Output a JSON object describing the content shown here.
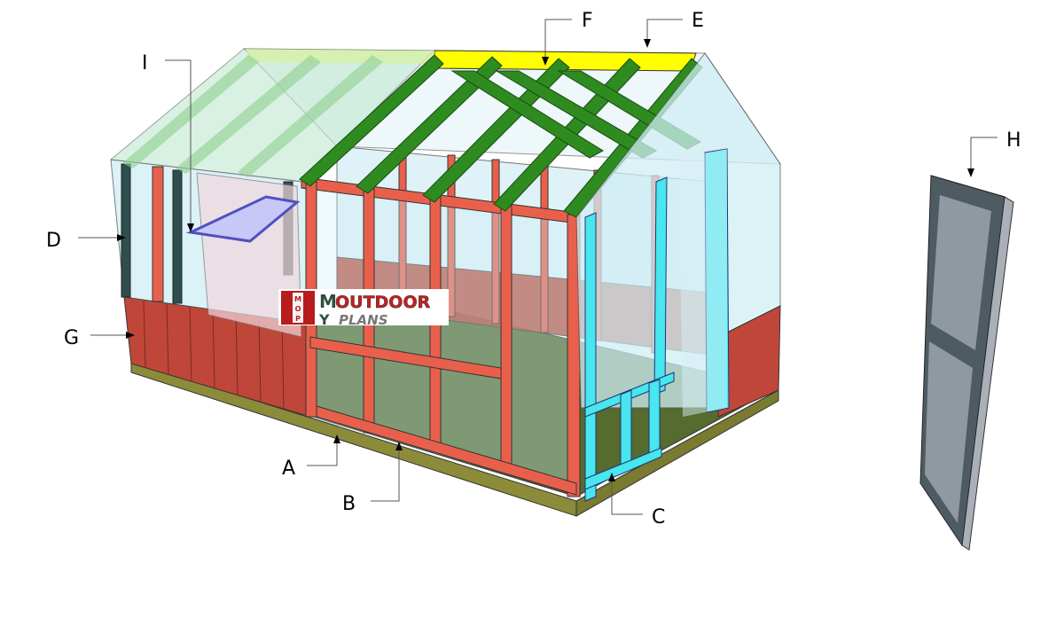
{
  "labels": {
    "A": "A",
    "B": "B",
    "C": "C",
    "D": "D",
    "E": "E",
    "F": "F",
    "G": "G",
    "H": "H",
    "I": "I"
  },
  "logo": {
    "badge": "MOP",
    "line1": "OUTDOOR",
    "line2": "PLANS",
    "initial1": "M",
    "initial2": "Y"
  },
  "colors": {
    "frame": "#e8604c",
    "siding": "#c0463a",
    "rafter": "#2e8b20",
    "ridge": "#ffff00",
    "glazing": "#bfe6ee",
    "cyan_trim": "#48e6ee",
    "floor": "#556b2f",
    "skid": "#8b8b3a",
    "window": "#8080e0",
    "door": "#707880"
  }
}
